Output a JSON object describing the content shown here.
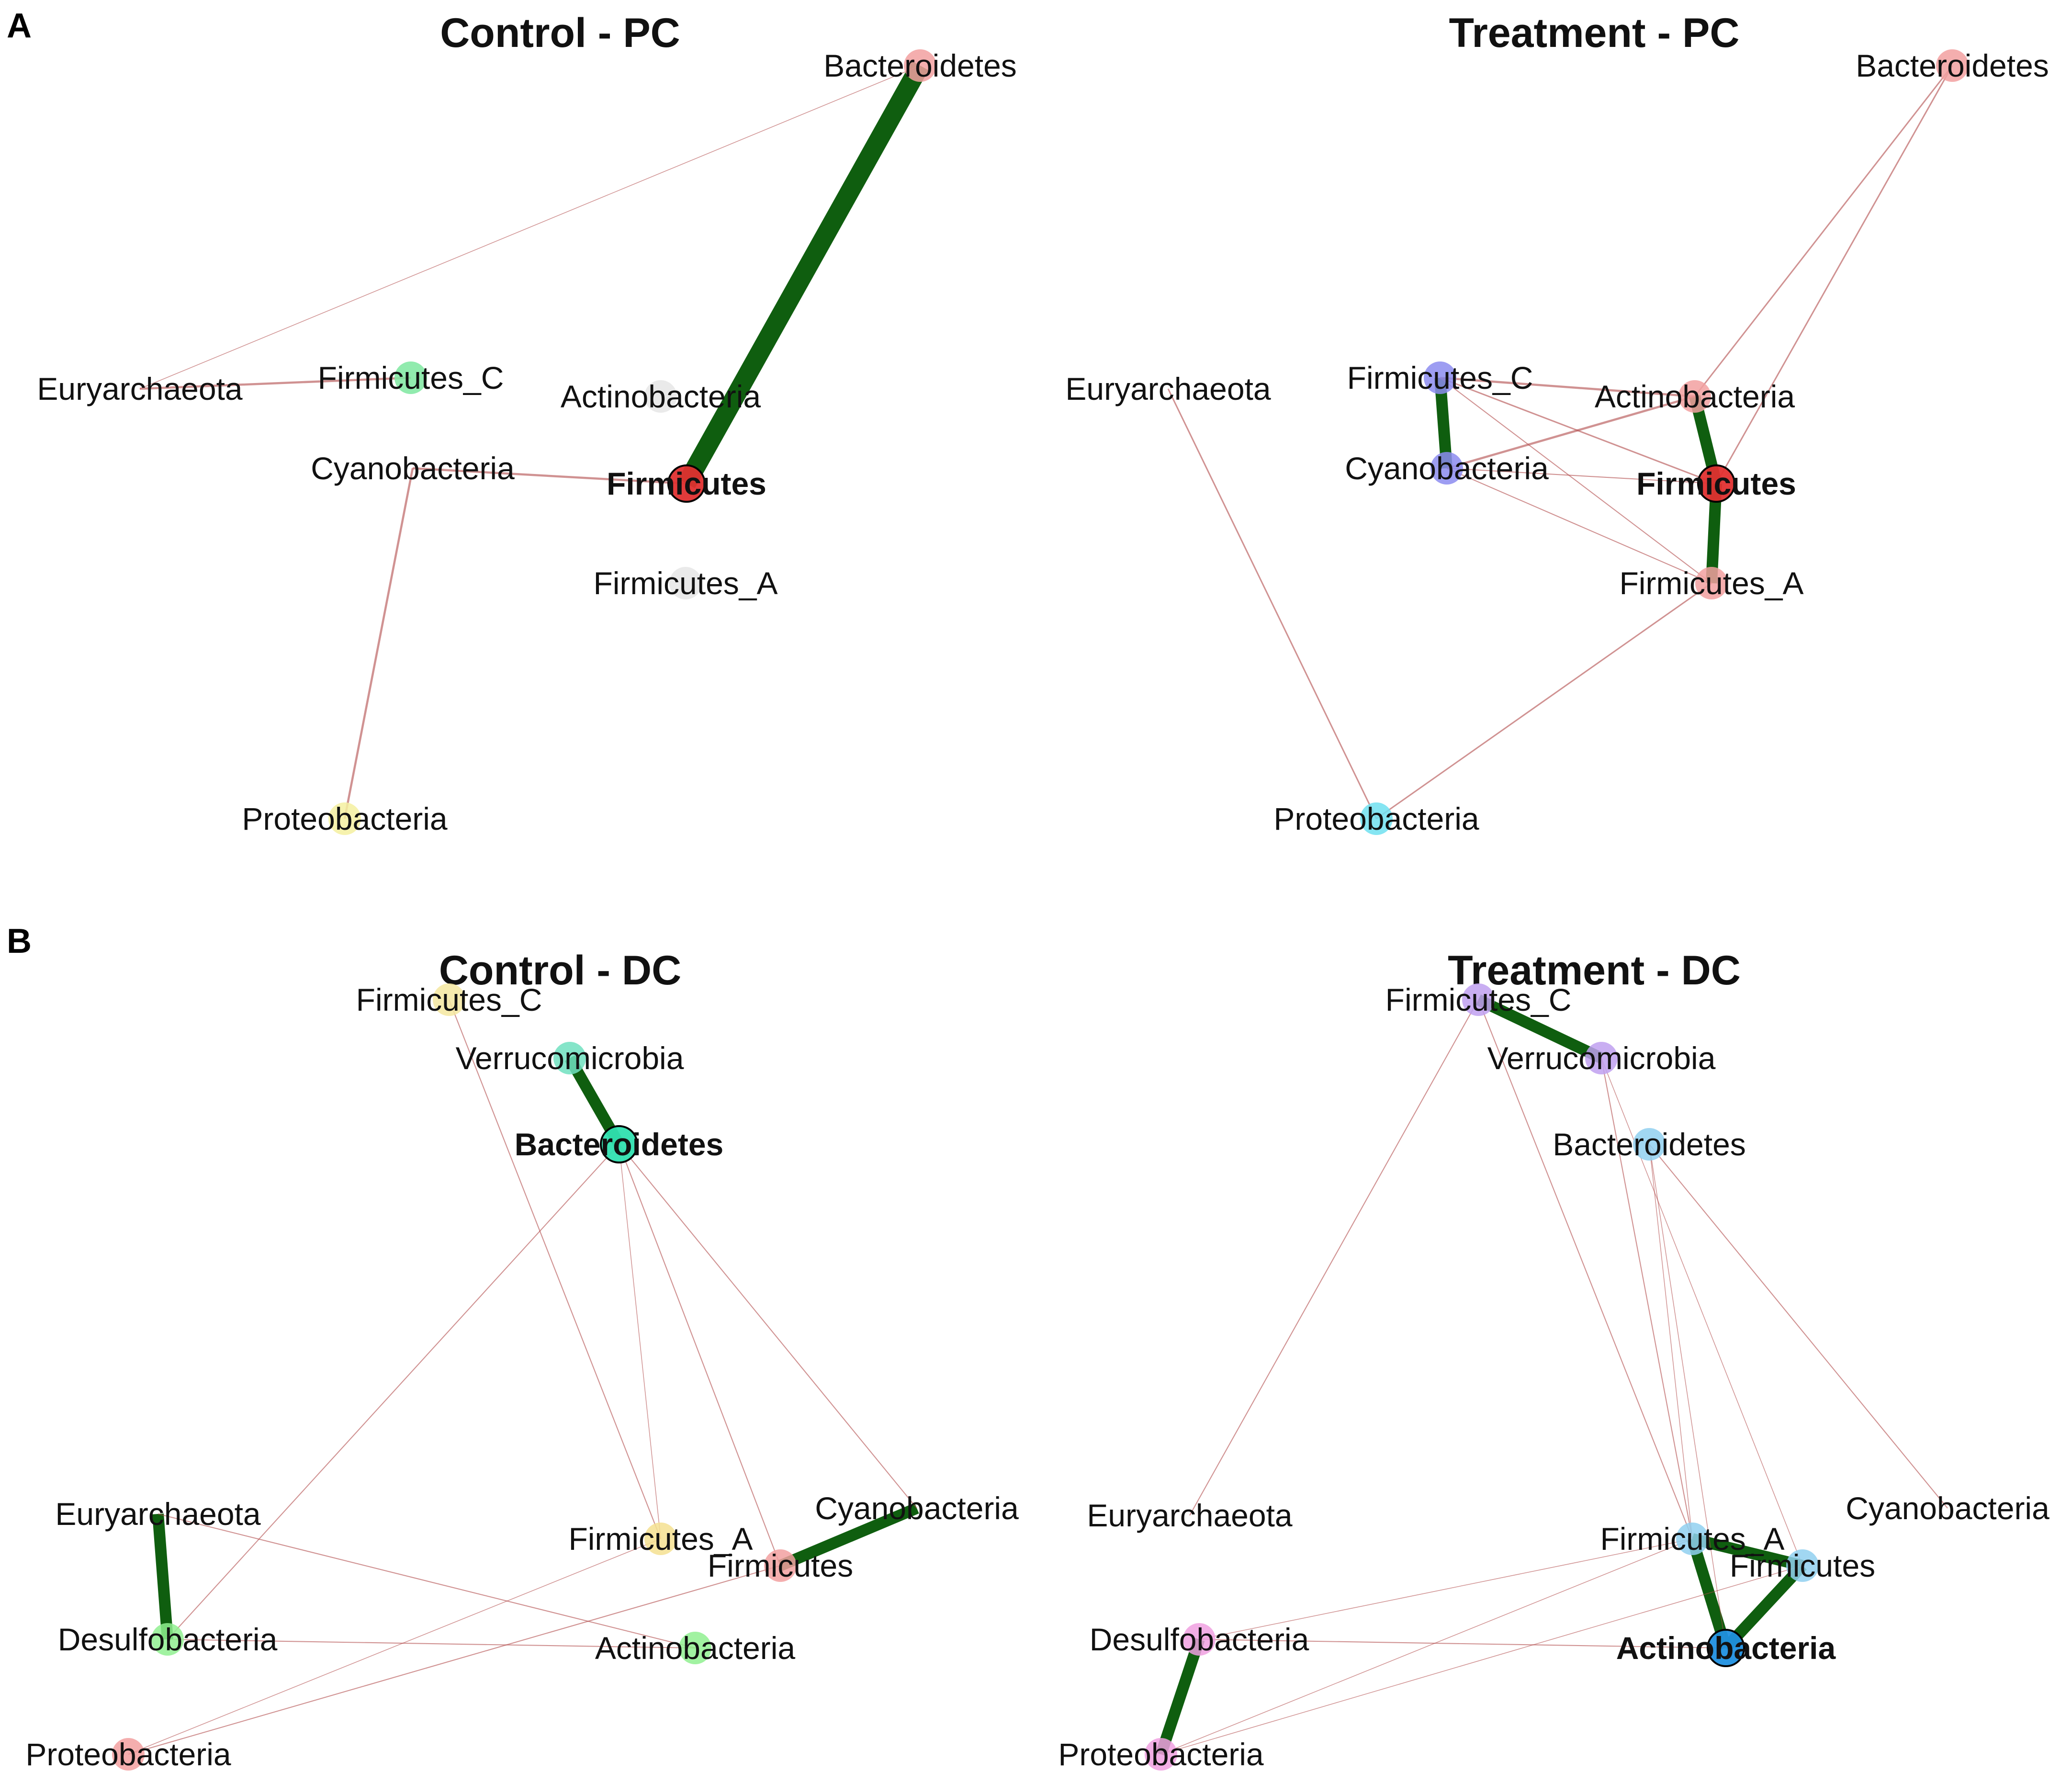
{
  "panels": [
    {
      "letter": "A"
    },
    {
      "letter": "B"
    }
  ],
  "colors": {
    "positive_edge": "#0f5e0f",
    "negative_edge": "#b04a4a"
  },
  "networks": [
    {
      "title": "Control - PC",
      "nodes": [
        {
          "id": "Bacteroidetes",
          "label": "Bacteroidetes",
          "color": "#f2a0a0"
        },
        {
          "id": "Euryarchaeota",
          "label": "Euryarchaeota",
          "color": "none"
        },
        {
          "id": "Firmicutes_C",
          "label": "Firmicutes_C",
          "color": "#7ee8a0"
        },
        {
          "id": "Actinobacteria",
          "label": "Actinobacteria",
          "color": "#e6e6e6"
        },
        {
          "id": "Cyanobacteria",
          "label": "Cyanobacteria",
          "color": "none"
        },
        {
          "id": "Firmicutes",
          "label": "Firmicutes",
          "color": "#e03030",
          "hub": true
        },
        {
          "id": "Firmicutes_A",
          "label": "Firmicutes_A",
          "color": "#e6e6e6"
        },
        {
          "id": "Proteobacteria",
          "label": "Proteobacteria",
          "color": "#f5f0a0"
        }
      ],
      "edges": [
        {
          "from": "Bacteroidetes",
          "to": "Firmicutes",
          "sign": "positive",
          "weight": 5
        },
        {
          "from": "Bacteroidetes",
          "to": "Euryarchaeota",
          "sign": "negative",
          "weight": 0.5
        },
        {
          "from": "Euryarchaeota",
          "to": "Firmicutes_C",
          "sign": "negative",
          "weight": 1.5
        },
        {
          "from": "Cyanobacteria",
          "to": "Firmicutes",
          "sign": "negative",
          "weight": 1.5
        },
        {
          "from": "Cyanobacteria",
          "to": "Proteobacteria",
          "sign": "negative",
          "weight": 1.5
        }
      ]
    },
    {
      "title": "Treatment - PC",
      "nodes": [
        {
          "id": "Bacteroidetes",
          "label": "Bacteroidetes",
          "color": "#f2a0a0"
        },
        {
          "id": "Euryarchaeota",
          "label": "Euryarchaeota",
          "color": "none"
        },
        {
          "id": "Firmicutes_C",
          "label": "Firmicutes_C",
          "color": "#8c8cf0"
        },
        {
          "id": "Actinobacteria",
          "label": "Actinobacteria",
          "color": "#f2a0a0"
        },
        {
          "id": "Cyanobacteria",
          "label": "Cyanobacteria",
          "color": "#8c8cf0"
        },
        {
          "id": "Firmicutes",
          "label": "Firmicutes",
          "color": "#e03030",
          "hub": true
        },
        {
          "id": "Firmicutes_A",
          "label": "Firmicutes_A",
          "color": "#f2a0a0"
        },
        {
          "id": "Proteobacteria",
          "label": "Proteobacteria",
          "color": "#70e0f0"
        }
      ],
      "edges": [
        {
          "from": "Firmicutes_C",
          "to": "Cyanobacteria",
          "sign": "positive",
          "weight": 3
        },
        {
          "from": "Actinobacteria",
          "to": "Firmicutes",
          "sign": "positive",
          "weight": 3
        },
        {
          "from": "Firmicutes",
          "to": "Firmicutes_A",
          "sign": "positive",
          "weight": 3
        },
        {
          "from": "Bacteroidetes",
          "to": "Actinobacteria",
          "sign": "negative",
          "weight": 1
        },
        {
          "from": "Bacteroidetes",
          "to": "Firmicutes",
          "sign": "negative",
          "weight": 1
        },
        {
          "from": "Firmicutes_C",
          "to": "Actinobacteria",
          "sign": "negative",
          "weight": 1.5
        },
        {
          "from": "Firmicutes_C",
          "to": "Firmicutes",
          "sign": "negative",
          "weight": 1
        },
        {
          "from": "Cyanobacteria",
          "to": "Actinobacteria",
          "sign": "negative",
          "weight": 1.5
        },
        {
          "from": "Cyanobacteria",
          "to": "Firmicutes",
          "sign": "negative",
          "weight": 0.7
        },
        {
          "from": "Cyanobacteria",
          "to": "Firmicutes_A",
          "sign": "negative",
          "weight": 0.7
        },
        {
          "from": "Firmicutes_C",
          "to": "Firmicutes_A",
          "sign": "negative",
          "weight": 0.7
        },
        {
          "from": "Euryarchaeota",
          "to": "Proteobacteria",
          "sign": "negative",
          "weight": 1
        },
        {
          "from": "Proteobacteria",
          "to": "Firmicutes_A",
          "sign": "negative",
          "weight": 1
        }
      ]
    },
    {
      "title": "Control - DC",
      "nodes": [
        {
          "id": "Firmicutes_C",
          "label": "Firmicutes_C",
          "color": "#f5e8a0"
        },
        {
          "id": "Verrucomicrobia",
          "label": "Verrucomicrobia",
          "color": "#70e0c0"
        },
        {
          "id": "Bacteroidetes",
          "label": "Bacteroidetes",
          "color": "#30e0b0",
          "hub": true
        },
        {
          "id": "Euryarchaeota",
          "label": "Euryarchaeota",
          "color": "none"
        },
        {
          "id": "Desulfobacteria",
          "label": "Desulfobacteria",
          "color": "#90f090"
        },
        {
          "id": "Firmicutes_A",
          "label": "Firmicutes_A",
          "color": "#f5e090"
        },
        {
          "id": "Firmicutes",
          "label": "Firmicutes",
          "color": "#f2a0a0"
        },
        {
          "id": "Cyanobacteria",
          "label": "Cyanobacteria",
          "color": "none"
        },
        {
          "id": "Actinobacteria",
          "label": "Actinobacteria",
          "color": "#90f090"
        },
        {
          "id": "Proteobacteria",
          "label": "Proteobacteria",
          "color": "#f2a0a0"
        }
      ],
      "edges": [
        {
          "from": "Verrucomicrobia",
          "to": "Bacteroidetes",
          "sign": "positive",
          "weight": 3
        },
        {
          "from": "Euryarchaeota",
          "to": "Desulfobacteria",
          "sign": "positive",
          "weight": 3
        },
        {
          "from": "Firmicutes",
          "to": "Cyanobacteria",
          "sign": "positive",
          "weight": 3
        },
        {
          "from": "Firmicutes_C",
          "to": "Firmicutes_A",
          "sign": "negative",
          "weight": 0.7
        },
        {
          "from": "Bacteroidetes",
          "to": "Desulfobacteria",
          "sign": "negative",
          "weight": 0.7
        },
        {
          "from": "Bacteroidetes",
          "to": "Firmicutes",
          "sign": "negative",
          "weight": 0.7
        },
        {
          "from": "Bacteroidetes",
          "to": "Cyanobacteria",
          "sign": "negative",
          "weight": 0.7
        },
        {
          "from": "Bacteroidetes",
          "to": "Firmicutes_A",
          "sign": "negative",
          "weight": 0.5
        },
        {
          "from": "Euryarchaeota",
          "to": "Actinobacteria",
          "sign": "negative",
          "weight": 0.7
        },
        {
          "from": "Desulfobacteria",
          "to": "Actinobacteria",
          "sign": "negative",
          "weight": 0.7
        },
        {
          "from": "Proteobacteria",
          "to": "Firmicutes",
          "sign": "negative",
          "weight": 0.7
        },
        {
          "from": "Proteobacteria",
          "to": "Firmicutes_A",
          "sign": "negative",
          "weight": 0.5
        }
      ]
    },
    {
      "title": "Treatment - DC",
      "nodes": [
        {
          "id": "Firmicutes_C",
          "label": "Firmicutes_C",
          "color": "#c0a0f0"
        },
        {
          "id": "Verrucomicrobia",
          "label": "Verrucomicrobia",
          "color": "#c0a0f0"
        },
        {
          "id": "Bacteroidetes",
          "label": "Bacteroidetes",
          "color": "#90d0f0"
        },
        {
          "id": "Euryarchaeota",
          "label": "Euryarchaeota",
          "color": "none"
        },
        {
          "id": "Cyanobacteria",
          "label": "Cyanobacteria",
          "color": "none"
        },
        {
          "id": "Firmicutes_A",
          "label": "Firmicutes_A",
          "color": "#90d0f0"
        },
        {
          "id": "Firmicutes",
          "label": "Firmicutes",
          "color": "#90d0f0"
        },
        {
          "id": "Desulfobacteria",
          "label": "Desulfobacteria",
          "color": "#f0a0e0"
        },
        {
          "id": "Actinobacteria",
          "label": "Actinobacteria",
          "color": "#2090e0",
          "hub": true
        },
        {
          "id": "Proteobacteria",
          "label": "Proteobacteria",
          "color": "#f0a0e0"
        }
      ],
      "edges": [
        {
          "from": "Firmicutes_C",
          "to": "Verrucomicrobia",
          "sign": "positive",
          "weight": 3
        },
        {
          "from": "Firmicutes_A",
          "to": "Firmicutes",
          "sign": "positive",
          "weight": 3
        },
        {
          "from": "Firmicutes_A",
          "to": "Actinobacteria",
          "sign": "positive",
          "weight": 3
        },
        {
          "from": "Firmicutes",
          "to": "Actinobacteria",
          "sign": "positive",
          "weight": 3
        },
        {
          "from": "Desulfobacteria",
          "to": "Proteobacteria",
          "sign": "positive",
          "weight": 3
        },
        {
          "from": "Firmicutes_C",
          "to": "Euryarchaeota",
          "sign": "negative",
          "weight": 0.7
        },
        {
          "from": "Verrucomicrobia",
          "to": "Firmicutes_A",
          "sign": "negative",
          "weight": 0.7
        },
        {
          "from": "Firmicutes_C",
          "to": "Firmicutes_A",
          "sign": "negative",
          "weight": 0.7
        },
        {
          "from": "Verrucomicrobia",
          "to": "Firmicutes",
          "sign": "negative",
          "weight": 0.5
        },
        {
          "from": "Bacteroidetes",
          "to": "Cyanobacteria",
          "sign": "negative",
          "weight": 0.7
        },
        {
          "from": "Bacteroidetes",
          "to": "Firmicutes_A",
          "sign": "negative",
          "weight": 0.5
        },
        {
          "from": "Bacteroidetes",
          "to": "Actinobacteria",
          "sign": "negative",
          "weight": 0.5
        },
        {
          "from": "Desulfobacteria",
          "to": "Actinobacteria",
          "sign": "negative",
          "weight": 0.7
        },
        {
          "from": "Desulfobacteria",
          "to": "Firmicutes_A",
          "sign": "negative",
          "weight": 0.5
        },
        {
          "from": "Proteobacteria",
          "to": "Firmicutes_A",
          "sign": "negative",
          "weight": 0.5
        },
        {
          "from": "Proteobacteria",
          "to": "Firmicutes",
          "sign": "negative",
          "weight": 0.5
        }
      ]
    }
  ]
}
